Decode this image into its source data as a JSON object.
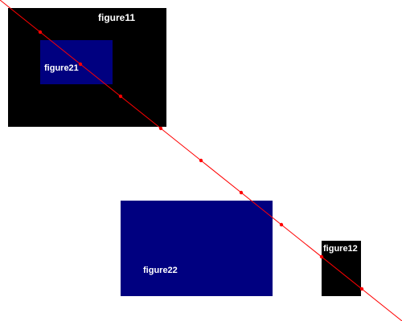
{
  "figures": {
    "figure11": {
      "label": "figure11",
      "color": "#000000"
    },
    "figure21": {
      "label": "figure21",
      "color": "#000080"
    },
    "figure22": {
      "label": "figure22",
      "color": "#000080"
    },
    "figure12": {
      "label": "figure12",
      "color": "#000000"
    }
  },
  "connector": {
    "color": "#ff0000"
  }
}
